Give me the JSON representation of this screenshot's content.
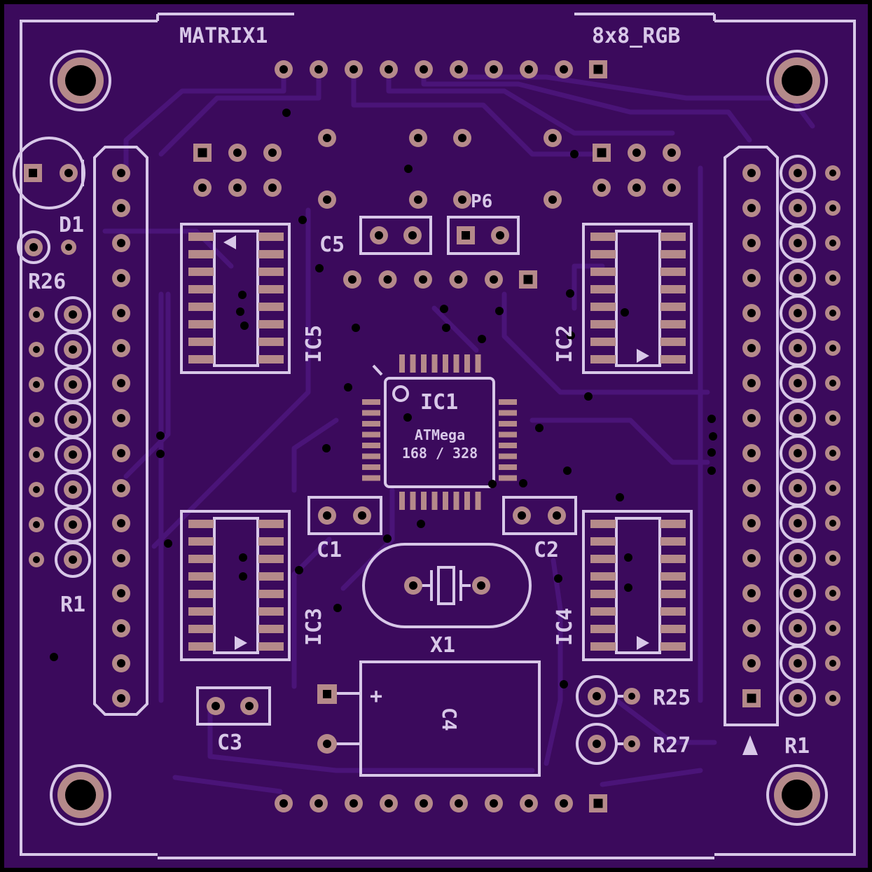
{
  "board": {
    "colors": {
      "substrate": "#3b0a5c",
      "copper": "#4a1478",
      "silk": "#d8c8e8",
      "pad": "#b58a8a",
      "hole": "#000000"
    }
  },
  "labels": {
    "matrix": "MATRIX1",
    "rgb": "8x8_RGB",
    "d1": "D1",
    "r26": "R26",
    "r1_left": "R1",
    "r1_right": "R1",
    "c5": "C5",
    "p6": "P6",
    "ic5": "IC5",
    "ic2": "IC2",
    "ic3": "IC3",
    "ic4": "IC4",
    "ic1": "IC1",
    "atmega": "ATMega",
    "chip_variant": "168 / 328",
    "c1": "C1",
    "c2": "C2",
    "c3": "C3",
    "x1": "X1",
    "c4": "C4",
    "c4_plus": "+",
    "r25": "R25",
    "r27": "R27"
  }
}
